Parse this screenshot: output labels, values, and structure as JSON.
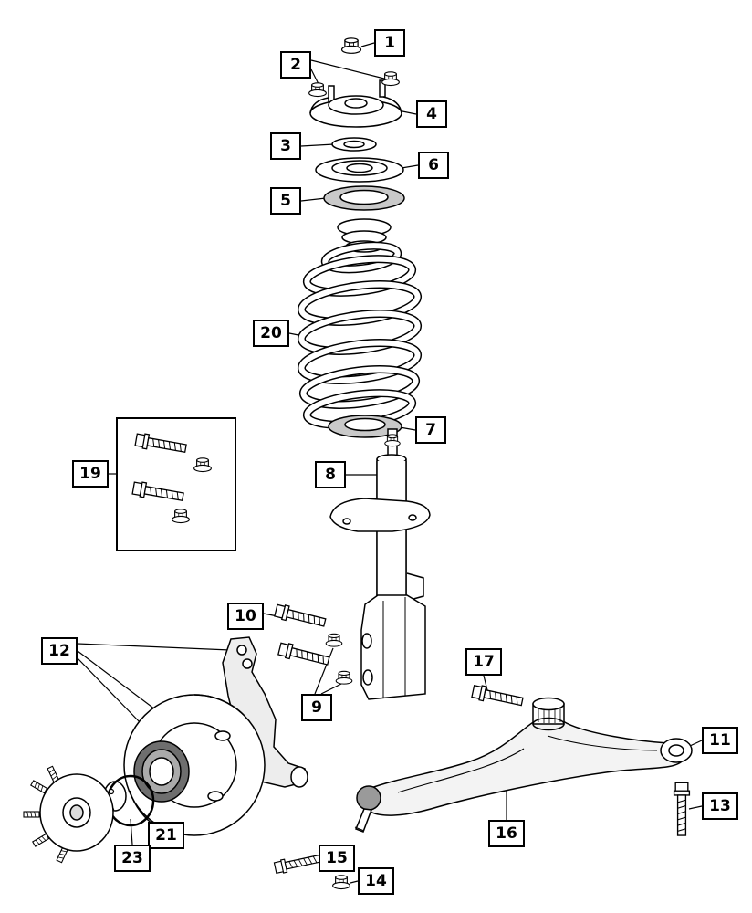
{
  "diagram": {
    "background_color": "#ffffff",
    "line_color": "#000000",
    "shade_color": "#c9c9c9",
    "dark_shade_color": "#6e6e6e",
    "callouts": {
      "c1": {
        "label": "1",
        "part": "strut-mount-nut"
      },
      "c2": {
        "label": "2",
        "part": "mount-stud-nuts"
      },
      "c3": {
        "label": "3",
        "part": "strut-bearing"
      },
      "c4": {
        "label": "4",
        "part": "strut-mount"
      },
      "c5": {
        "label": "5",
        "part": "upper-spring-isolator"
      },
      "c6": {
        "label": "6",
        "part": "upper-spring-seat"
      },
      "c7": {
        "label": "7",
        "part": "lower-spring-isolator"
      },
      "c8": {
        "label": "8",
        "part": "strut"
      },
      "c9": {
        "label": "9",
        "part": "strut-to-knuckle-nuts"
      },
      "c10": {
        "label": "10",
        "part": "strut-to-knuckle-bolts"
      },
      "c11": {
        "label": "11",
        "part": "control-arm-rear-bushing"
      },
      "c12": {
        "label": "12",
        "part": "steering-knuckle-and-shield"
      },
      "c13": {
        "label": "13",
        "part": "rear-bushing-bolt"
      },
      "c14": {
        "label": "14",
        "part": "ball-joint-nut"
      },
      "c15": {
        "label": "15",
        "part": "ball-joint-bolt"
      },
      "c16": {
        "label": "16",
        "part": "lower-control-arm"
      },
      "c17": {
        "label": "17",
        "part": "front-pivot-bolt"
      },
      "c19": {
        "label": "19",
        "part": "mounting-hardware-kit"
      },
      "c20": {
        "label": "20",
        "part": "coil-spring"
      },
      "c21": {
        "label": "21",
        "part": "wheel-hub-bearing"
      },
      "c23": {
        "label": "23",
        "part": "bearing-snap-ring"
      }
    }
  }
}
